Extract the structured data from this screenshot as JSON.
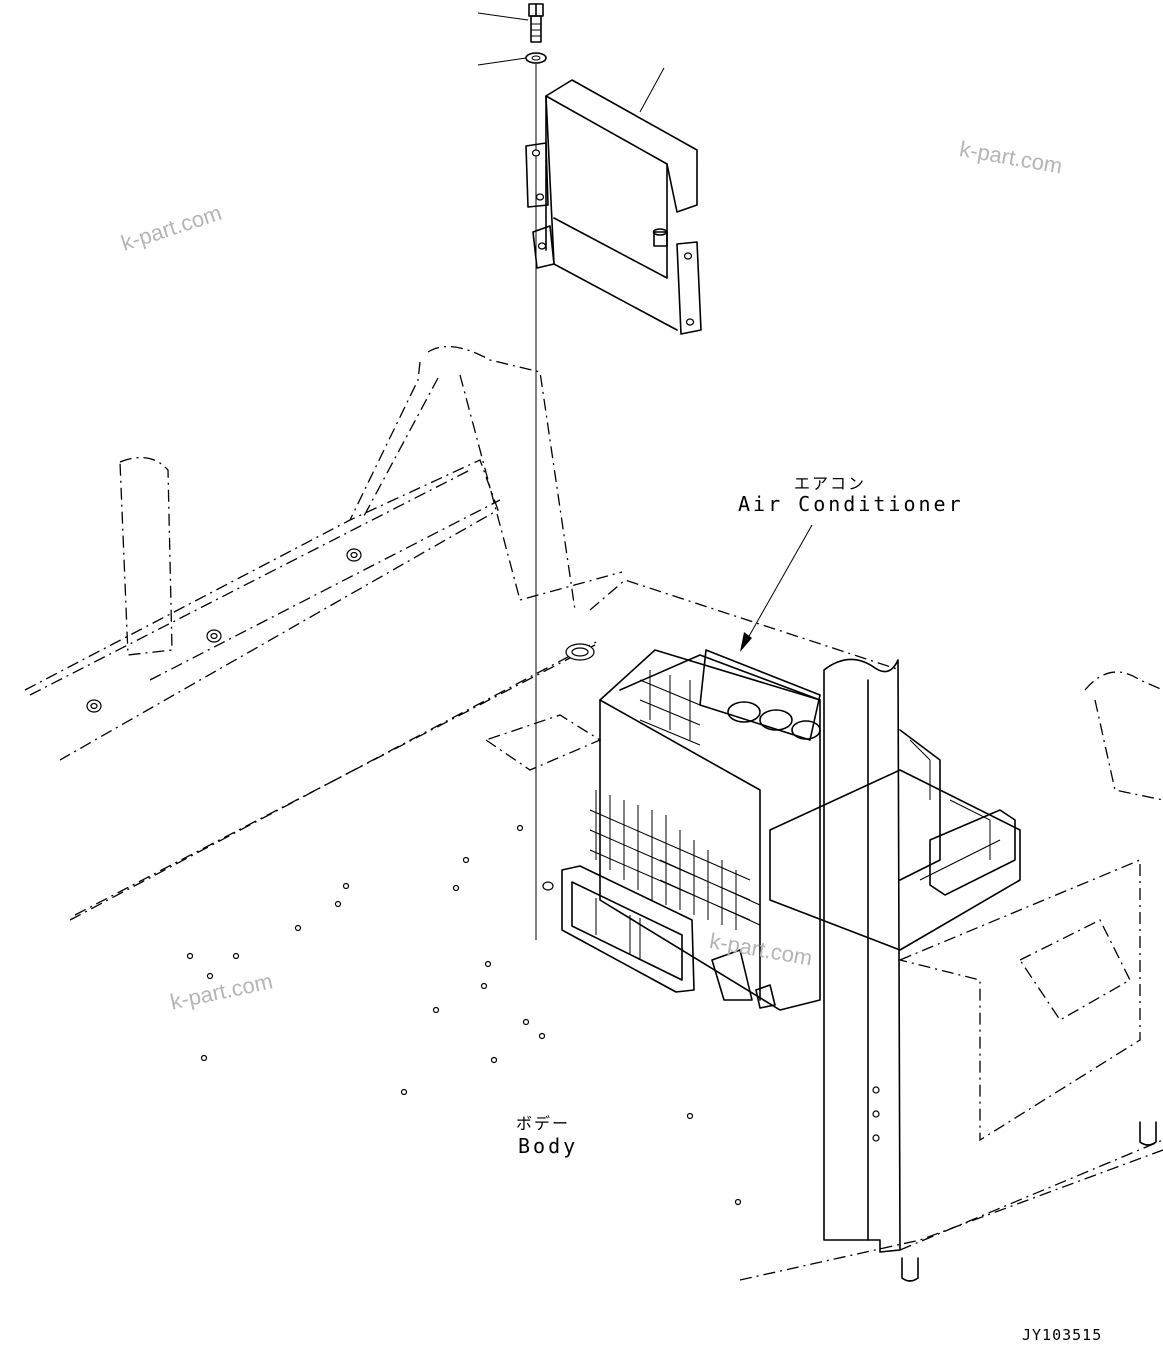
{
  "labels": {
    "air_conditioner_jp": "エアコン",
    "air_conditioner_en": "Air Conditioner",
    "body_jp": "ボデー",
    "body_en": "Body"
  },
  "watermarks": [
    "k-part.com",
    "k-part.com",
    "k-part.com",
    "k-part.com"
  ],
  "drawing_number": "JY103515"
}
